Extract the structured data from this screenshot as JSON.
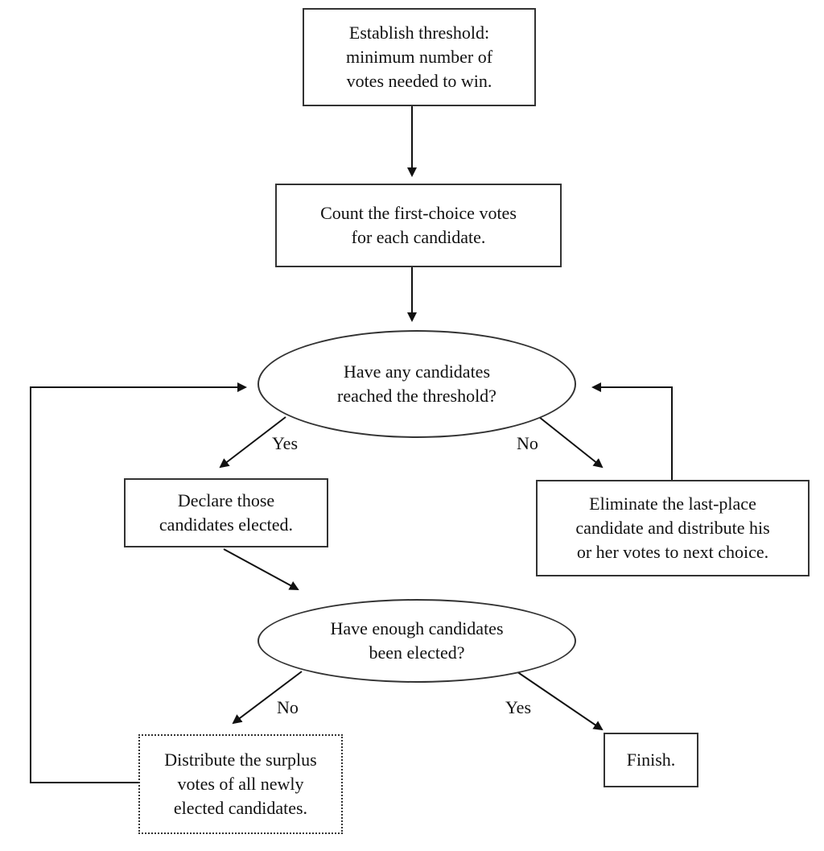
{
  "nodes": {
    "threshold": "Establish threshold:\nminimum number of\nvotes needed to win.",
    "count": "Count the first-choice votes\nfor each candidate.",
    "question_threshold": "Have any candidates\nreached the threshold?",
    "declare": "Declare those\ncandidates elected.",
    "eliminate": "Eliminate the last-place\ncandidate and distribute his\nor her votes to next choice.",
    "question_enough": "Have enough candidates\nbeen elected?",
    "distribute": "Distribute the surplus\nvotes of all newly\nelected candidates.",
    "finish": "Finish."
  },
  "edge_labels": {
    "q1_yes": "Yes",
    "q1_no": "No",
    "q2_no": "No",
    "q2_yes": "Yes"
  }
}
